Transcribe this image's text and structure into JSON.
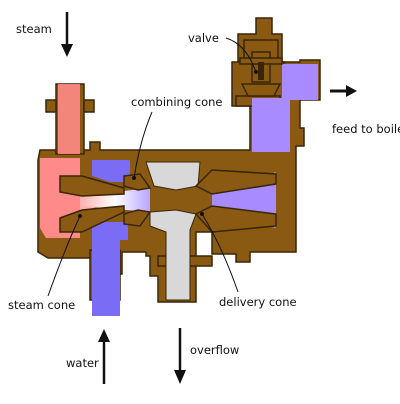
{
  "labels": {
    "steam": "steam",
    "valve": "valve",
    "combining_cone": "combining cone",
    "feed_to_boiler": "feed to boiler",
    "steam_cone": "steam cone",
    "delivery_cone": "delivery cone",
    "water": "water",
    "overflow": "overflow"
  },
  "colors": {
    "body_metal": "#8a5a12",
    "metal_outline": "#3a2506",
    "steam": "#ff8a8a",
    "water": "#7b6cf6",
    "feed": "#a88cff",
    "overflow": "#d8d8d8"
  }
}
